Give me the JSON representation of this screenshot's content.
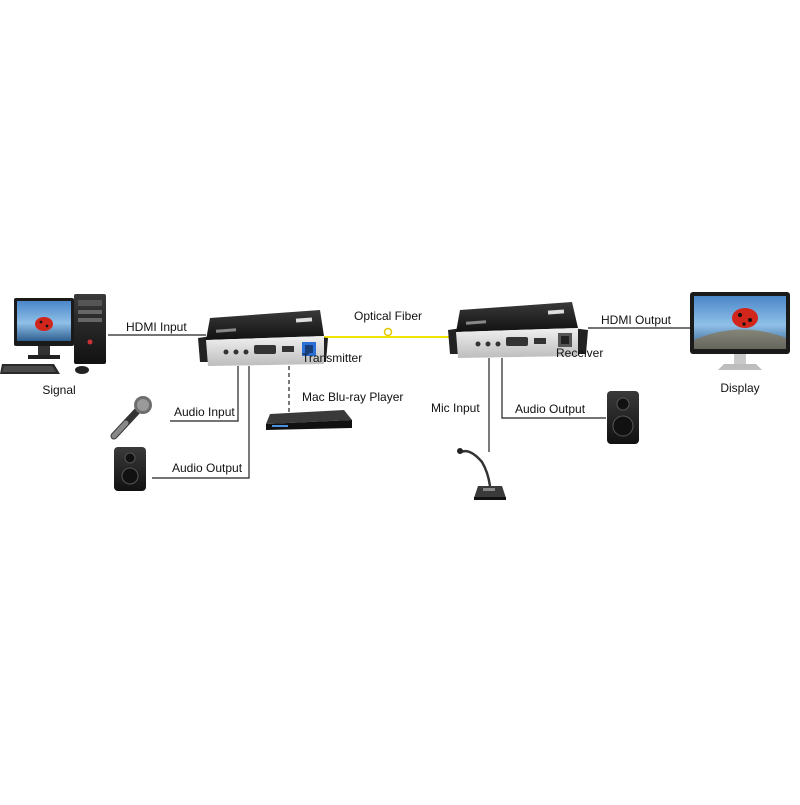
{
  "labels": {
    "signal": "Signal",
    "hdmi_input": "HDMI Input",
    "transmitter": "Transmitter",
    "optical_fiber": "Optical Fiber",
    "receiver": "Receiver",
    "hdmi_output": "HDMI Output",
    "display": "Display",
    "audio_input": "Audio Input",
    "audio_output_left": "Audio Output",
    "mac_bluray_player": "Mac Blu-ray Player",
    "mic_input": "Mic Input",
    "audio_output_right": "Audio Output"
  },
  "colors": {
    "fiber": "#f2e600",
    "device_body": "#1d1d1d",
    "device_front": "#d9d9d9",
    "line": "#222222"
  },
  "icons": {
    "computer": "desktop-computer-icon",
    "monitor": "monitor-icon",
    "microphone": "handheld-microphone-icon",
    "gooseneck_mic": "gooseneck-microphone-icon",
    "speaker": "speaker-icon",
    "bluray": "bluray-player-icon",
    "transmitter": "transmitter-device-icon",
    "receiver": "receiver-device-icon"
  }
}
